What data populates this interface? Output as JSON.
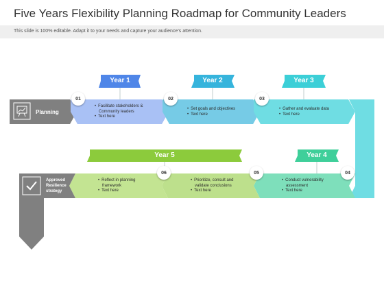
{
  "title": "Five Years Flexibility Planning Roadmap for Community Leaders",
  "subtitle": "This slide is 100% editable. Adapt it to your needs and capture your audience’s attention.",
  "start": {
    "label": "Planning",
    "icon": "planning-board-icon"
  },
  "end": {
    "label_lines": [
      "Approved",
      "Resilience",
      "strategy"
    ],
    "icon": "checkmark-icon"
  },
  "colors": {
    "year1": "#4f86e8",
    "year2": "#36b4dc",
    "year3": "#3ccfd7",
    "year4": "#3fcf9a",
    "year5": "#8ccb3c",
    "seg1": "#a9c1f5",
    "seg2": "#76cbe6",
    "seg3": "#6fdde3",
    "seg4": "#7edfbb",
    "seg5": "#bde08c",
    "seg6": "#c3e492",
    "gray": "#808080"
  },
  "years": [
    {
      "label": "Year 1"
    },
    {
      "label": "Year 2"
    },
    {
      "label": "Year 3"
    },
    {
      "label": "Year 4"
    },
    {
      "label": "Year 5"
    }
  ],
  "steps": [
    {
      "number": "01",
      "lines": [
        "Facilitate stakeholders &",
        "Community leaders"
      ],
      "extra": "Text here"
    },
    {
      "number": "02",
      "lines": [
        "Set goals and objectives"
      ],
      "extra": "Text here"
    },
    {
      "number": "03",
      "lines": [
        "Gather and evaluate data"
      ],
      "extra": "Text here"
    },
    {
      "number": "04",
      "lines": [
        "Conduct vulnerability",
        "assessment"
      ],
      "extra": "Text here"
    },
    {
      "number": "05",
      "lines": [
        "Prioritize, consult and",
        "validate conclusions"
      ],
      "extra": "Text here"
    },
    {
      "number": "06",
      "lines": [
        "Reflect in planning",
        "framework"
      ],
      "extra": "Text here"
    }
  ]
}
